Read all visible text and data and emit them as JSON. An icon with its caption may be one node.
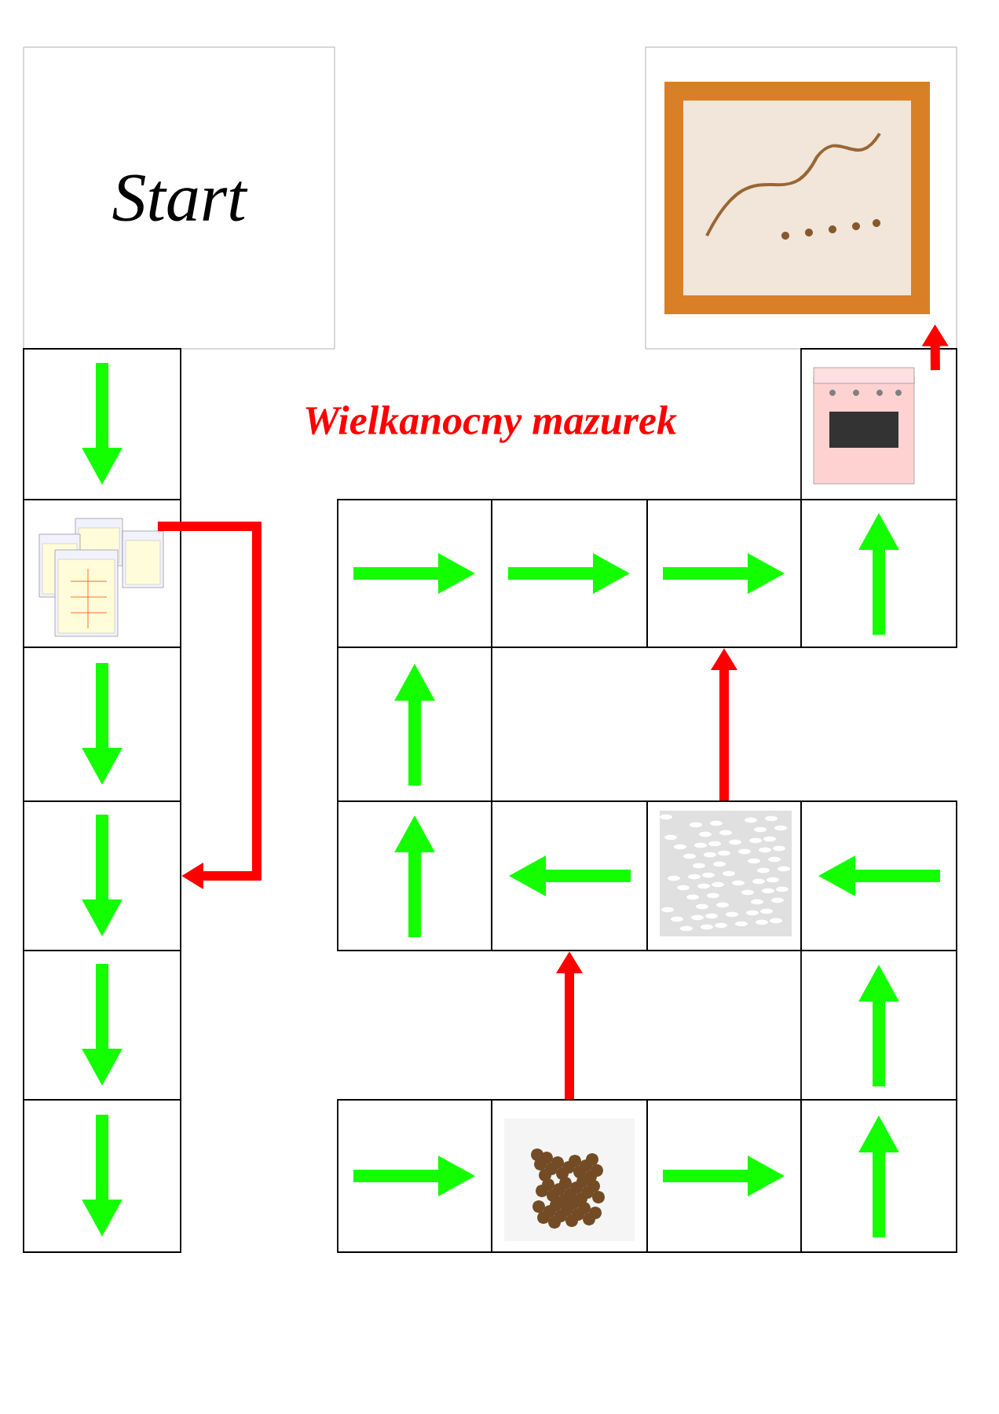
{
  "diagram": {
    "title": "Wielkanocny mazurek",
    "nodes": [
      {
        "text": [
          "Start"
        ]
      },
      {
        "text": [],
        "shape": "picture"
      },
      {
        "text": [],
        "shape": "box"
      },
      {
        "text": [],
        "shape": "picture"
      },
      {
        "text": [],
        "shape": "box"
      },
      {
        "text": [],
        "shape": "box"
      },
      {
        "text": [],
        "shape": "box"
      },
      {
        "text": [],
        "shape": "box"
      },
      {
        "text": [],
        "shape": "picture"
      },
      {
        "text": [],
        "shape": "box"
      },
      {
        "text": [],
        "shape": "box"
      },
      {
        "text": [],
        "shape": "box"
      },
      {
        "text": [],
        "shape": "box"
      },
      {
        "text": [],
        "shape": "box"
      },
      {
        "text": [],
        "shape": "box"
      },
      {
        "text": [],
        "shape": "box"
      },
      {
        "text": [],
        "shape": "picture"
      },
      {
        "text": [],
        "shape": "box"
      },
      {
        "text": [],
        "shape": "box"
      },
      {
        "text": [],
        "shape": "box"
      },
      {
        "text": [],
        "shape": "picture"
      },
      {
        "text": [],
        "shape": "box"
      },
      {
        "text": [],
        "shape": "box"
      }
    ],
    "edges": [
      {
        "from": 3,
        "to": 5,
        "arrow": "to"
      },
      {
        "from": 20,
        "to": 15,
        "arrow": "to"
      },
      {
        "from": 16,
        "to": 11,
        "arrow": "to"
      },
      {
        "from": 8,
        "to": 1,
        "arrow": "to"
      }
    ]
  }
}
